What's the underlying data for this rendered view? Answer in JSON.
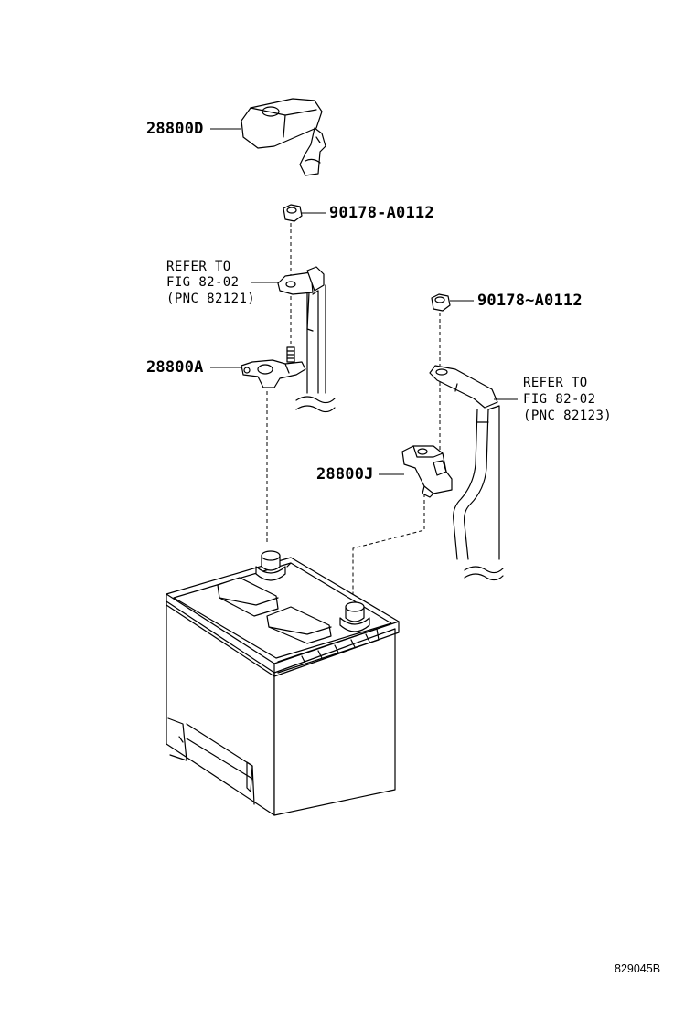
{
  "diagram": {
    "parts": {
      "cover": "28800D",
      "nut_upper": "90178-A0112",
      "nut_lower": "90178~A0112",
      "pos_terminal": "28800A",
      "neg_terminal": "28800J"
    },
    "references": [
      {
        "line1": "REFER TO",
        "line2": "FIG 82-02",
        "line3": "(PNC 82121)"
      },
      {
        "line1": "REFER TO",
        "line2": "FIG 82-02",
        "line3": "(PNC 82123)"
      }
    ],
    "drawing_code": "829045B"
  }
}
